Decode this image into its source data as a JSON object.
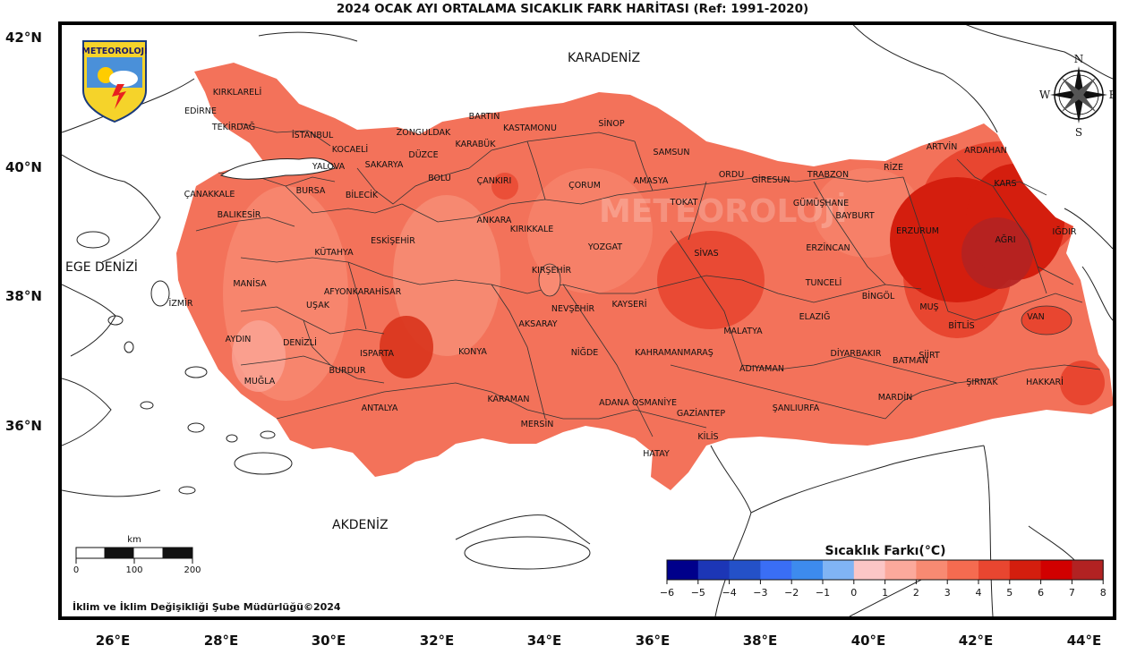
{
  "title": "2024 OCAK AYI ORTALAMA SICAKLIK FARK HARİTASI (Ref: 1991-2020)",
  "lat_labels": [
    "42°N",
    "40°N",
    "38°N",
    "36°N"
  ],
  "lon_labels": [
    "26°E",
    "28°E",
    "30°E",
    "32°E",
    "34°E",
    "36°E",
    "38°E",
    "40°E",
    "42°E",
    "44°E"
  ],
  "seas": {
    "black_sea": "KARADENİZ",
    "aegean": "EGE DENİZİ",
    "mediterranean": "AKDENİZ"
  },
  "logo": {
    "text": "METEOROLOJİ"
  },
  "watermark": "METEOROLOJİ",
  "compass": {
    "n": "N",
    "s": "S",
    "e": "E",
    "w": "W"
  },
  "scale_bar": {
    "unit": "km",
    "ticks": [
      "0",
      "100",
      "200"
    ]
  },
  "credit": "İklim ve İklim Değişikliği Şube Müdürlüğü©2024",
  "legend": {
    "title": "Sıcaklık Farkı(°C)",
    "ticks": [
      "−6",
      "−5",
      "−4",
      "−3",
      "−2",
      "−1",
      "0",
      "1",
      "2",
      "3",
      "4",
      "5",
      "6",
      "7",
      "8"
    ],
    "colors": [
      "#00008b",
      "#1c36b6",
      "#2451c8",
      "#3a6ef5",
      "#3d8bee",
      "#80b4f4",
      "#fbc6c6",
      "#fba99c",
      "#f88a72",
      "#f56b50",
      "#e84630",
      "#d41e0e",
      "#d10000",
      "#b22222"
    ]
  },
  "provinces": [
    "KIRKLARELİ",
    "EDİRNE",
    "TEKİRDAĞ",
    "İSTANBUL",
    "KOCAELİ",
    "YALOVA",
    "SAKARYA",
    "DÜZCE",
    "ZONGULDAK",
    "BARTIN",
    "KARABÜK",
    "KASTAMONU",
    "SİNOP",
    "SAMSUN",
    "ORDU",
    "GİRESUN",
    "TRABZON",
    "RİZE",
    "ARTVİN",
    "ARDAHAN",
    "KARS",
    "IĞDIR",
    "AĞRI",
    "ERZURUM",
    "BAYBURT",
    "GÜMÜŞHANE",
    "ERZİNCAN",
    "TUNCELİ",
    "BİNGÖL",
    "MUŞ",
    "BİTLİS",
    "VAN",
    "HAKKARİ",
    "ŞIRNAK",
    "SİİRT",
    "BATMAN",
    "DİYARBAKIR",
    "MARDİN",
    "ŞANLIURFA",
    "ADIYAMAN",
    "MALATYA",
    "ELAZIĞ",
    "KAHRAMANMARAŞ",
    "GAZİANTEP",
    "KİLİS",
    "OSMANİYE",
    "ADANA",
    "HATAY",
    "MERSİN",
    "KARAMAN",
    "KONYA",
    "NİĞDE",
    "AKSARAY",
    "NEVŞEHİR",
    "KAYSERİ",
    "SİVAS",
    "TOKAT",
    "AMASYA",
    "ÇORUM",
    "YOZGAT",
    "KIRŞEHİR",
    "KIRIKKALE",
    "ANKARA",
    "ÇANKIRI",
    "BOLU",
    "ESKİŞEHİR",
    "BİLECİK",
    "BURSA",
    "BALIKESİR",
    "ÇANAKKALE",
    "MANİSA",
    "İZMİR",
    "AYDIN",
    "MUĞLA",
    "DENİZLİ",
    "UŞAK",
    "KÜTAHYA",
    "AFYONKARAHİSAR",
    "ISPARTA",
    "BURDUR",
    "ANTALYA"
  ]
}
